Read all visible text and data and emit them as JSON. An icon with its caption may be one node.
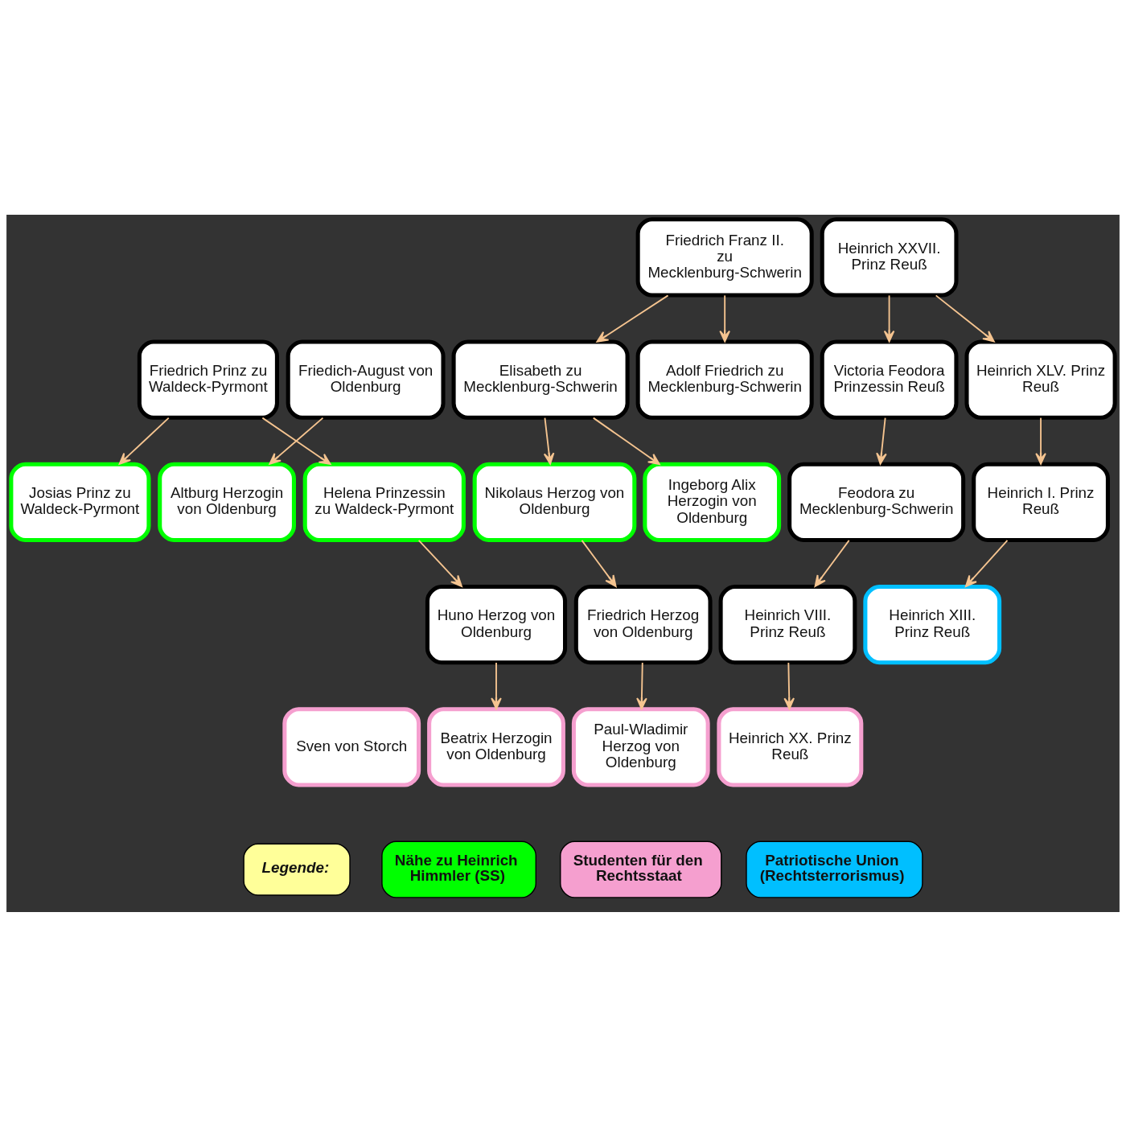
{
  "diagram": {
    "nodes": [
      {
        "text": [
          "Friedrich Franz II. zu Mecklenburg-Schwerin"
        ]
      },
      {
        "text": [
          "Heinrich XXVII. Prinz Reuß"
        ]
      },
      {
        "text": [
          "Friedrich Prinz zu Waldeck-Pyrmont"
        ]
      },
      {
        "text": [
          "Friedich-August von Oldenburg"
        ]
      },
      {
        "text": [
          "Elisabeth zu Mecklenburg-Schwerin"
        ]
      },
      {
        "text": [
          "Adolf Friedrich zu Mecklenburg-Schwerin"
        ]
      },
      {
        "text": [
          "Victoria Feodora Prinzessin Reuß"
        ]
      },
      {
        "text": [
          "Heinrich XLV. Prinz Reuß"
        ]
      },
      {
        "text": [
          "Josias Prinz zu Waldeck-Pyrmont"
        ]
      },
      {
        "text": [
          "Altburg Herzogin von Oldenburg"
        ]
      },
      {
        "text": [
          "Helena Prinzessin zu Waldeck-Pyrmont"
        ]
      },
      {
        "text": [
          "Nikolaus Herzog von Oldenburg"
        ]
      },
      {
        "text": [
          "Ingeborg Alix Herzogin von Oldenburg"
        ]
      },
      {
        "text": [
          "Feodora zu Mecklenburg-Schwerin"
        ]
      },
      {
        "text": [
          "Heinrich I. Prinz Reuß"
        ]
      },
      {
        "text": [
          "Huno Herzog von Oldenburg"
        ]
      },
      {
        "text": [
          "Friedrich Herzog von Oldenburg"
        ]
      },
      {
        "text": [
          "Heinrich VIII. Prinz Reuß"
        ]
      },
      {
        "text": [
          "Heinrich XIII. Prinz Reuß"
        ]
      },
      {
        "text": [
          "Sven von Storch"
        ]
      },
      {
        "text": [
          "Beatrix Herzogin von Oldenburg"
        ]
      },
      {
        "text": [
          "Paul-Wladimir Herzog von Oldenburg"
        ]
      },
      {
        "text": [
          "Heinrich XX. Prinz Reuß"
        ]
      }
    ],
    "edges": [
      {
        "from": 0,
        "to": 4,
        "arrow": "to"
      },
      {
        "from": 0,
        "to": 5,
        "arrow": "to"
      },
      {
        "from": 1,
        "to": 6,
        "arrow": "to"
      },
      {
        "from": 1,
        "to": 7,
        "arrow": "to"
      },
      {
        "from": 2,
        "to": 8,
        "arrow": "to"
      },
      {
        "from": 2,
        "to": 10,
        "arrow": "to"
      },
      {
        "from": 3,
        "to": 9,
        "arrow": "to"
      },
      {
        "from": 4,
        "to": 11,
        "arrow": "to"
      },
      {
        "from": 4,
        "to": 12,
        "arrow": "to"
      },
      {
        "from": 6,
        "to": 13,
        "arrow": "to"
      },
      {
        "from": 7,
        "to": 14,
        "arrow": "to"
      },
      {
        "from": 10,
        "to": 15,
        "arrow": "to"
      },
      {
        "from": 11,
        "to": 16,
        "arrow": "to"
      },
      {
        "from": 13,
        "to": 17,
        "arrow": "to"
      },
      {
        "from": 14,
        "to": 18,
        "arrow": "to"
      },
      {
        "from": 15,
        "to": 20,
        "arrow": "to"
      },
      {
        "from": 16,
        "to": 21,
        "arrow": "to"
      },
      {
        "from": 17,
        "to": 22,
        "arrow": "to"
      }
    ],
    "labels": [
      "Legende:"
    ],
    "legend": [
      {
        "text": "Nähe zu Heinrich Himmler (SS)",
        "color": "#00ff00"
      },
      {
        "text": "Studenten für den Rechtsstaat",
        "color": "#f59fcf"
      },
      {
        "text": "Patriotische Union (Rechtsterrorismus)",
        "color": "#00bfff"
      }
    ]
  }
}
